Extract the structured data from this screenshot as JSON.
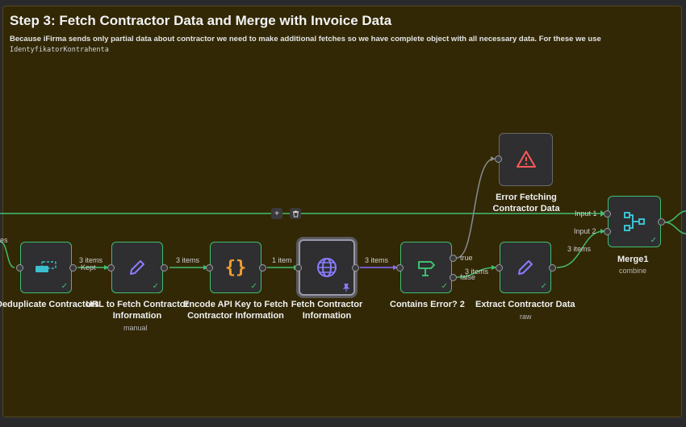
{
  "sticky": {
    "title": "Step 3: Fetch Contractor Data and Merge with Invoice Data",
    "description": "Because iFirma sends only partial data about contractor we need to make additional fetches so we have complete object with all necessary data. For these we use",
    "code": "IdentyfikatorKontrahenta"
  },
  "nodes": [
    {
      "id": "deduplicate",
      "label": "Deduplicate Contractors",
      "icon": "deduplicate-icon",
      "color": "#3ac0d0"
    },
    {
      "id": "url",
      "label_line1": "URL to Fetch Contractor",
      "label_line2": "Information",
      "subtitle": "manual",
      "icon": "pencil-icon",
      "color": "#8a7cff"
    },
    {
      "id": "encode",
      "label_line1": "Encode API Key to Fetch",
      "label_line2": "Contractor Information",
      "icon": "code-braces-icon",
      "color": "#f0a030"
    },
    {
      "id": "fetch",
      "label_line1": "Fetch Contractor",
      "label_line2": "Information",
      "icon": "globe-icon",
      "color": "#8a7cff"
    },
    {
      "id": "contains_error",
      "label": "Contains Error? 2",
      "icon": "signpost-icon",
      "color": "#3fbf6f"
    },
    {
      "id": "error_fetching",
      "label_line1": "Error Fetching",
      "label_line2": "Contractor Data",
      "icon": "warning-icon",
      "color": "#ff5a5a"
    },
    {
      "id": "extract",
      "label": "Extract Contractor Data",
      "subtitle": "raw",
      "icon": "pencil-icon",
      "color": "#8a7cff"
    },
    {
      "id": "merge",
      "label": "Merge1",
      "subtitle": "combine",
      "icon": "merge-icon",
      "color": "#3ac0d0"
    }
  ],
  "edges": {
    "left_stub": "es",
    "dedup_to_url_items": "3 items",
    "dedup_to_url_kept": "Kept",
    "url_to_encode": "3 items",
    "encode_to_fetch": "1 item",
    "fetch_to_contains": "3 items",
    "true_label": "true",
    "false_label": "false",
    "false_items": "3 items",
    "extract_to_merge": "3 items",
    "merge_input1": "Input 1",
    "merge_input2": "Input 2"
  },
  "edge_controls": {
    "add": "+",
    "delete": "🗑"
  },
  "colors": {
    "success": "#3fbf6f",
    "sticky_bg": "#322806",
    "canvas": "#2a2a2c",
    "wire": "#3fbf6f",
    "fetch_wire": "#8a6cff"
  }
}
